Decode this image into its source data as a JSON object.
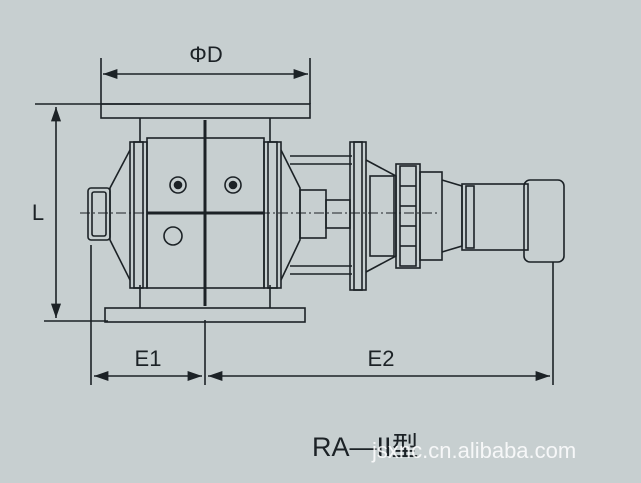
{
  "dimensions": {
    "diameter_label": "ΦD",
    "height_label": "L",
    "e1_label": "E1",
    "e2_label": "E2"
  },
  "caption": "RA—II型",
  "watermark": "jsxnc.cn.alibaba.com",
  "colors": {
    "background": "#c7cfd0",
    "line": "#1c2226",
    "watermark": "#ffffff"
  }
}
